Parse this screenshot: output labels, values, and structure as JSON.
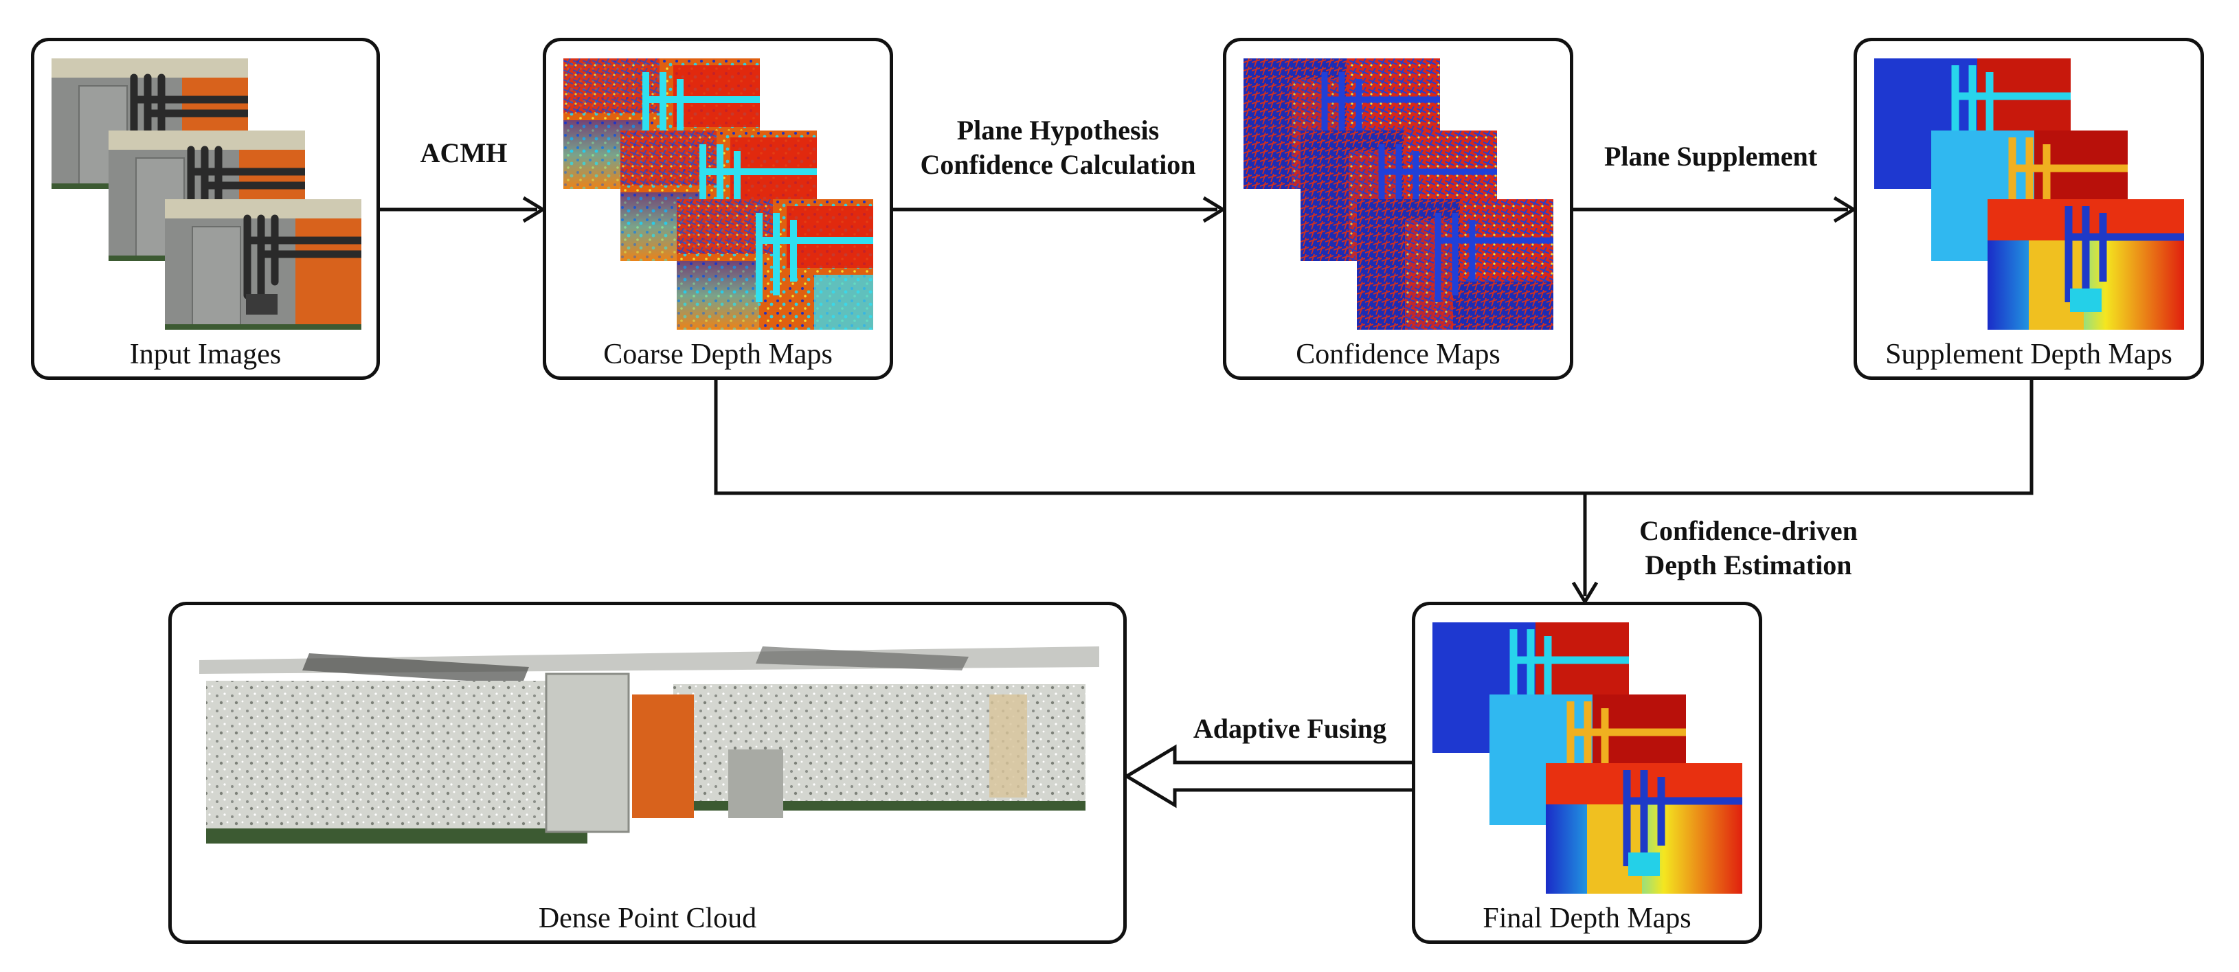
{
  "nodes": {
    "input": "Input Images",
    "coarse": "Coarse Depth Maps",
    "confidence": "Confidence Maps",
    "supplement": "Supplement Depth Maps",
    "final": "Final Depth Maps",
    "dense": "Dense Point Cloud"
  },
  "edges": {
    "acmh": "ACMH",
    "plane_hyp_1": "Plane Hypothesis",
    "plane_hyp_2": "Confidence Calculation",
    "plane_supp": "Plane Supplement",
    "conf_driven_1": "Confidence-driven",
    "conf_driven_2": "Depth Estimation",
    "adaptive": "Adaptive Fusing"
  },
  "colors": {
    "stroke": "#111111",
    "jet_blue": "#1a2cc8",
    "jet_cyan": "#26d8f0",
    "jet_yellow": "#f4e620",
    "jet_red": "#e0200e",
    "wall_gray": "#8a8c8a",
    "door_orange": "#d8621c",
    "floor_green": "#3c5a32"
  }
}
